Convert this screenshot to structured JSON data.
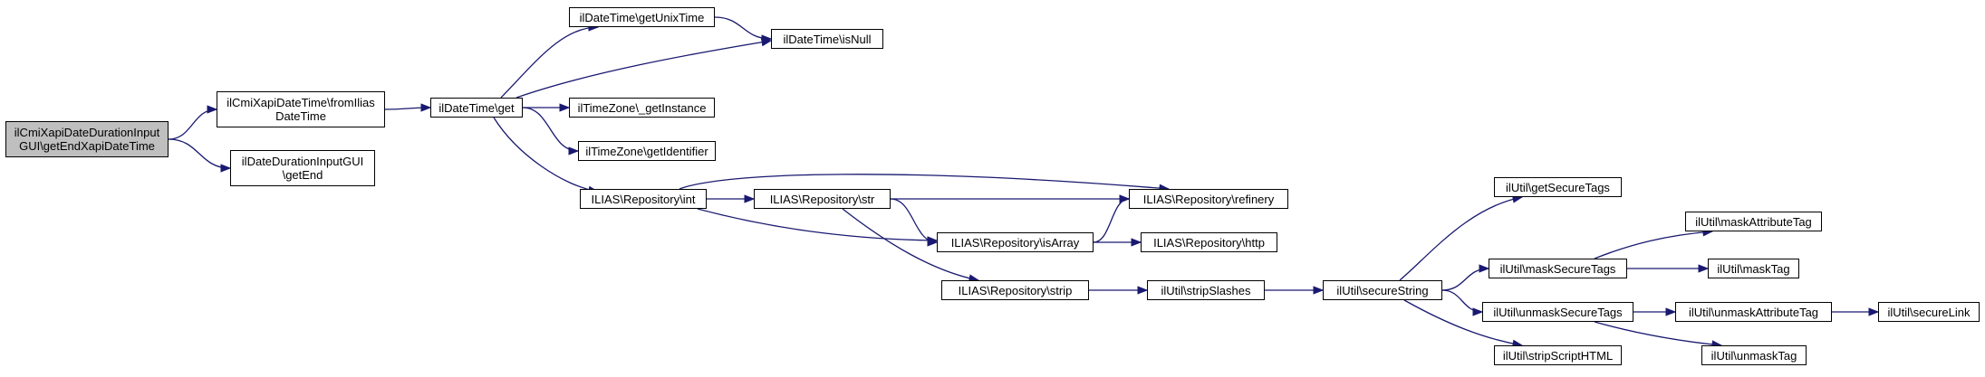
{
  "graph": {
    "edge_color": "#191970",
    "root_fill": "#bfbfbf",
    "nodes": [
      {
        "id": "n0",
        "label": "ilCmiXapiDateDurationInput\nGUI\\getEndXapiDateTime",
        "root": true
      },
      {
        "id": "n1",
        "label": "ilCmiXapiDateTime\\fromIlias\nDateTime"
      },
      {
        "id": "n2",
        "label": "ilDateDurationInputGUI\n\\getEnd"
      },
      {
        "id": "n3",
        "label": "ilDateTime\\get"
      },
      {
        "id": "n4",
        "label": "ilDateTime\\getUnixTime"
      },
      {
        "id": "n5",
        "label": "ilDateTime\\isNull"
      },
      {
        "id": "n6",
        "label": "ilTimeZone\\_getInstance"
      },
      {
        "id": "n7",
        "label": "ilTimeZone\\getIdentifier"
      },
      {
        "id": "n8",
        "label": "ILIAS\\Repository\\int"
      },
      {
        "id": "n9",
        "label": "ILIAS\\Repository\\str"
      },
      {
        "id": "n10",
        "label": "ILIAS\\Repository\\refinery"
      },
      {
        "id": "n11",
        "label": "ILIAS\\Repository\\isArray"
      },
      {
        "id": "n12",
        "label": "ILIAS\\Repository\\http"
      },
      {
        "id": "n13",
        "label": "ILIAS\\Repository\\strip"
      },
      {
        "id": "n14",
        "label": "ilUtil\\stripSlashes"
      },
      {
        "id": "n15",
        "label": "ilUtil\\secureString"
      },
      {
        "id": "n16",
        "label": "ilUtil\\getSecureTags"
      },
      {
        "id": "n17",
        "label": "ilUtil\\maskSecureTags"
      },
      {
        "id": "n18",
        "label": "ilUtil\\unmaskSecureTags"
      },
      {
        "id": "n19",
        "label": "ilUtil\\stripScriptHTML"
      },
      {
        "id": "n20",
        "label": "ilUtil\\maskAttributeTag"
      },
      {
        "id": "n21",
        "label": "ilUtil\\maskTag"
      },
      {
        "id": "n22",
        "label": "ilUtil\\unmaskAttributeTag"
      },
      {
        "id": "n23",
        "label": "ilUtil\\unmaskTag"
      },
      {
        "id": "n24",
        "label": "ilUtil\\secureLink"
      }
    ],
    "edges": [
      [
        "n0",
        "n1"
      ],
      [
        "n0",
        "n2"
      ],
      [
        "n1",
        "n3"
      ],
      [
        "n3",
        "n4"
      ],
      [
        "n3",
        "n5"
      ],
      [
        "n3",
        "n6"
      ],
      [
        "n3",
        "n7"
      ],
      [
        "n3",
        "n8"
      ],
      [
        "n4",
        "n5"
      ],
      [
        "n8",
        "n10"
      ],
      [
        "n8",
        "n9"
      ],
      [
        "n8",
        "n11"
      ],
      [
        "n9",
        "n10"
      ],
      [
        "n9",
        "n11"
      ],
      [
        "n9",
        "n13"
      ],
      [
        "n11",
        "n10"
      ],
      [
        "n11",
        "n12"
      ],
      [
        "n13",
        "n14"
      ],
      [
        "n14",
        "n15"
      ],
      [
        "n15",
        "n16"
      ],
      [
        "n15",
        "n17"
      ],
      [
        "n15",
        "n18"
      ],
      [
        "n15",
        "n19"
      ],
      [
        "n17",
        "n20"
      ],
      [
        "n17",
        "n21"
      ],
      [
        "n18",
        "n22"
      ],
      [
        "n18",
        "n23"
      ],
      [
        "n22",
        "n24"
      ]
    ]
  }
}
